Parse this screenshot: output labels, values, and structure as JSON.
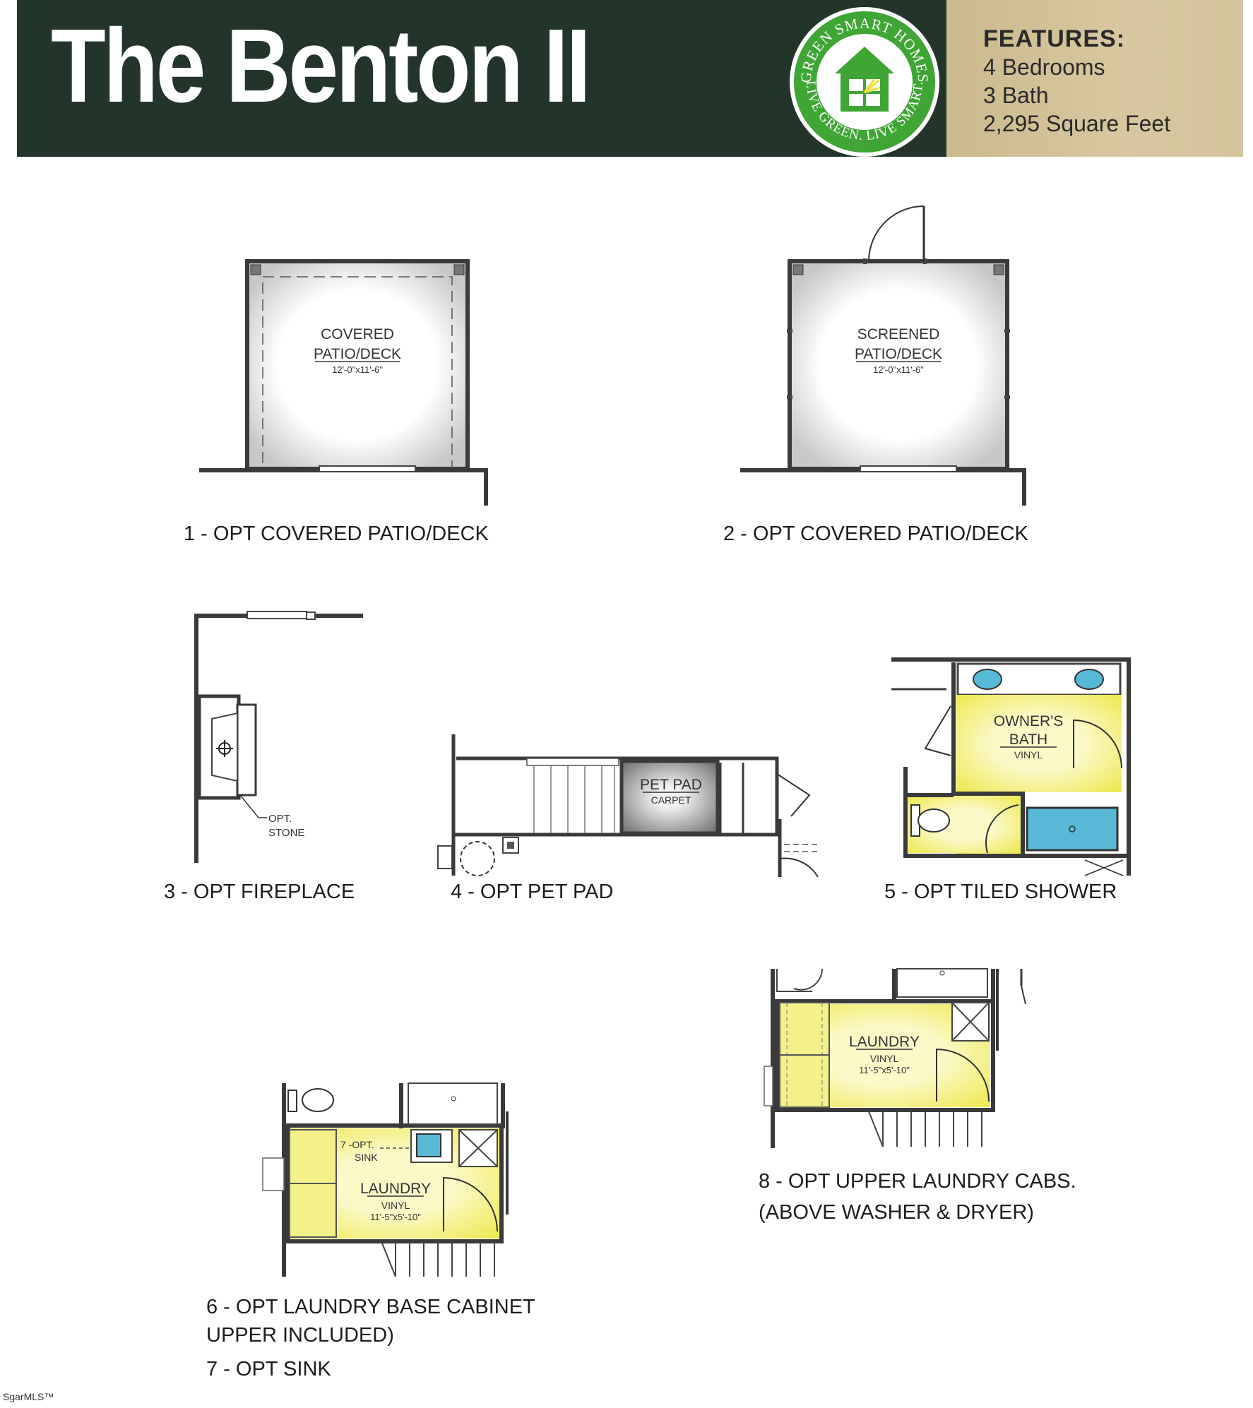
{
  "header": {
    "title": "The Benton II",
    "logo_top_text": "GREEN SMART HOMES",
    "logo_bottom_text": "LIVE GREEN. LIVE SMART.",
    "features_heading": "FEATURES:",
    "features": [
      "4 Bedrooms",
      "3 Bath",
      "2,295 Square Feet"
    ]
  },
  "options": {
    "covered_patio": {
      "room": [
        "COVERED",
        "PATIO/DECK"
      ],
      "dims": "12'-0\"x11'-6\"",
      "caption": "1 - OPT COVERED PATIO/DECK"
    },
    "screened_patio": {
      "room": [
        "SCREENED",
        "PATIO/DECK"
      ],
      "dims": "12'-0\"x11'-6\"",
      "caption": "2 - OPT COVERED PATIO/DECK"
    },
    "fireplace": {
      "note": [
        "OPT.",
        "STONE"
      ],
      "caption": "3 - OPT FIREPLACE"
    },
    "pet_pad": {
      "room": "PET PAD",
      "floor": "CARPET",
      "caption": "4 - OPT PET PAD"
    },
    "tiled_shower": {
      "room": [
        "OWNER'S",
        "BATH"
      ],
      "floor": "VINYL",
      "caption": "5 - OPT TILED SHOWER"
    },
    "laundry_base": {
      "room": "LAUNDRY",
      "floor": "VINYL",
      "dims": "11'-5\"x5'-10\"",
      "sink_note": [
        "7 -OPT.",
        "SINK"
      ],
      "caption_lines": [
        "6 - OPT LAUNDRY BASE CABINET",
        "UPPER INCLUDED)",
        "7 - OPT SINK"
      ]
    },
    "upper_laundry": {
      "room": "LAUNDRY",
      "floor": "VINYL",
      "dims": "11'-5\"x5'-10\"",
      "caption_lines": [
        "8 - OPT UPPER LAUNDRY CABS.",
        "(ABOVE WASHER & DRYER)"
      ]
    }
  },
  "footer": {
    "watermark": "SgarMLS™"
  },
  "colors": {
    "header_dark": "#23352b",
    "header_tan": "#d4c39c",
    "logo_green": "#3fa535",
    "room_yellow": "#f4f08a",
    "fixture_blue": "#57b9d6",
    "wall": "#3a3a3a"
  }
}
